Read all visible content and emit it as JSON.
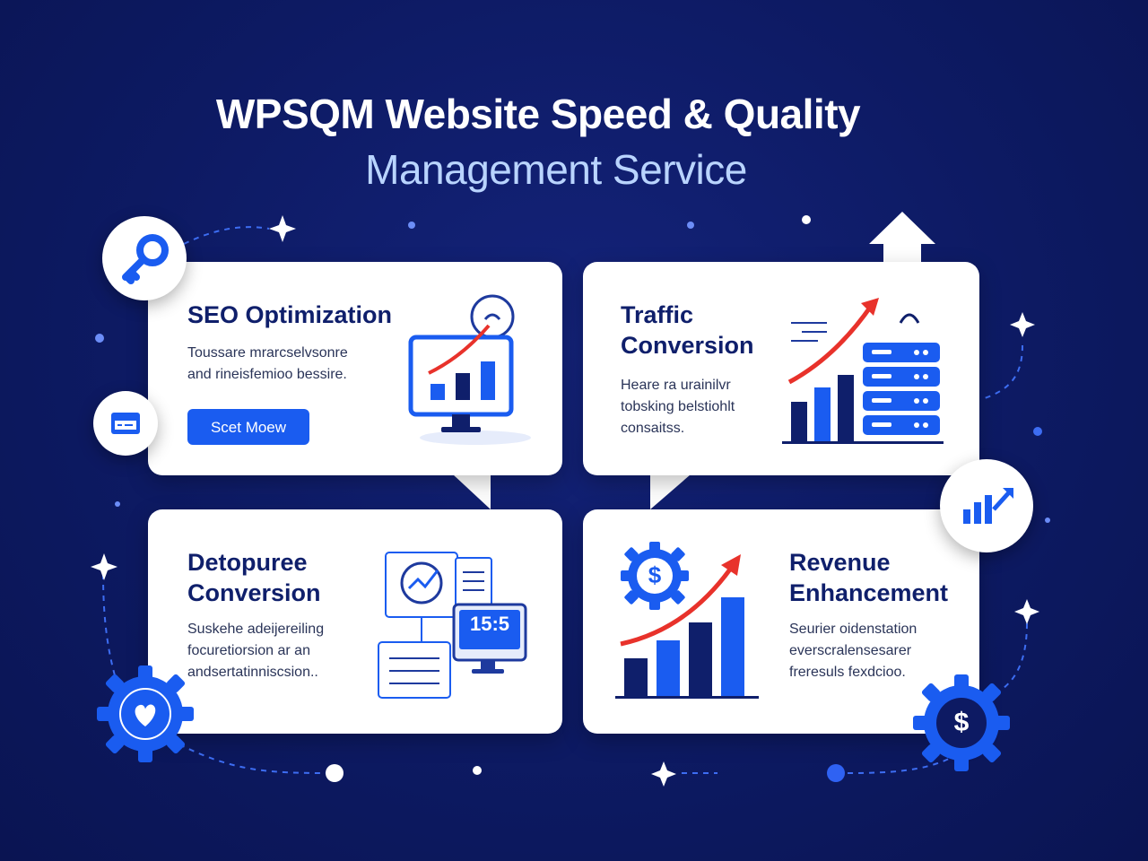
{
  "header": {
    "title_line1": "WPSQM Website Speed & Quality",
    "title_line2": "Management Service"
  },
  "cards": {
    "seo": {
      "heading": "SEO Optimization",
      "text_line1": "Toussare mrarcselvsonre",
      "text_line2": "and rineisfemioo bessire.",
      "button_label": "Scet Moew"
    },
    "traffic": {
      "heading_line1": "Traffic",
      "heading_line2": "Conversion",
      "text_line1": "Heare ra urainilvr",
      "text_line2": "tobsking belstiohlt",
      "text_line3": "consaitss."
    },
    "detopuree": {
      "heading_line1": "Detopuree",
      "heading_line2": "Conversion",
      "text_line1": "Suskehe adeijereiling",
      "text_line2": "focuretiorsion ar an",
      "text_line3": "andsertatinniscsion..",
      "monitor_readout": "15:5"
    },
    "revenue": {
      "heading_line1": "Revenue",
      "heading_line2": "Enhancement",
      "text_line1": "Seurier oidenstation",
      "text_line2": "everscralensesarer",
      "text_line3": "freresuls fexdcioo."
    }
  },
  "icons": {
    "dollar_symbol": "$"
  },
  "colors": {
    "background": "#0d1a63",
    "accent_blue": "#1a5cf0",
    "navy": "#0f1f6b",
    "arrow_red": "#e8322b",
    "subtitle": "#b9d4ff"
  }
}
